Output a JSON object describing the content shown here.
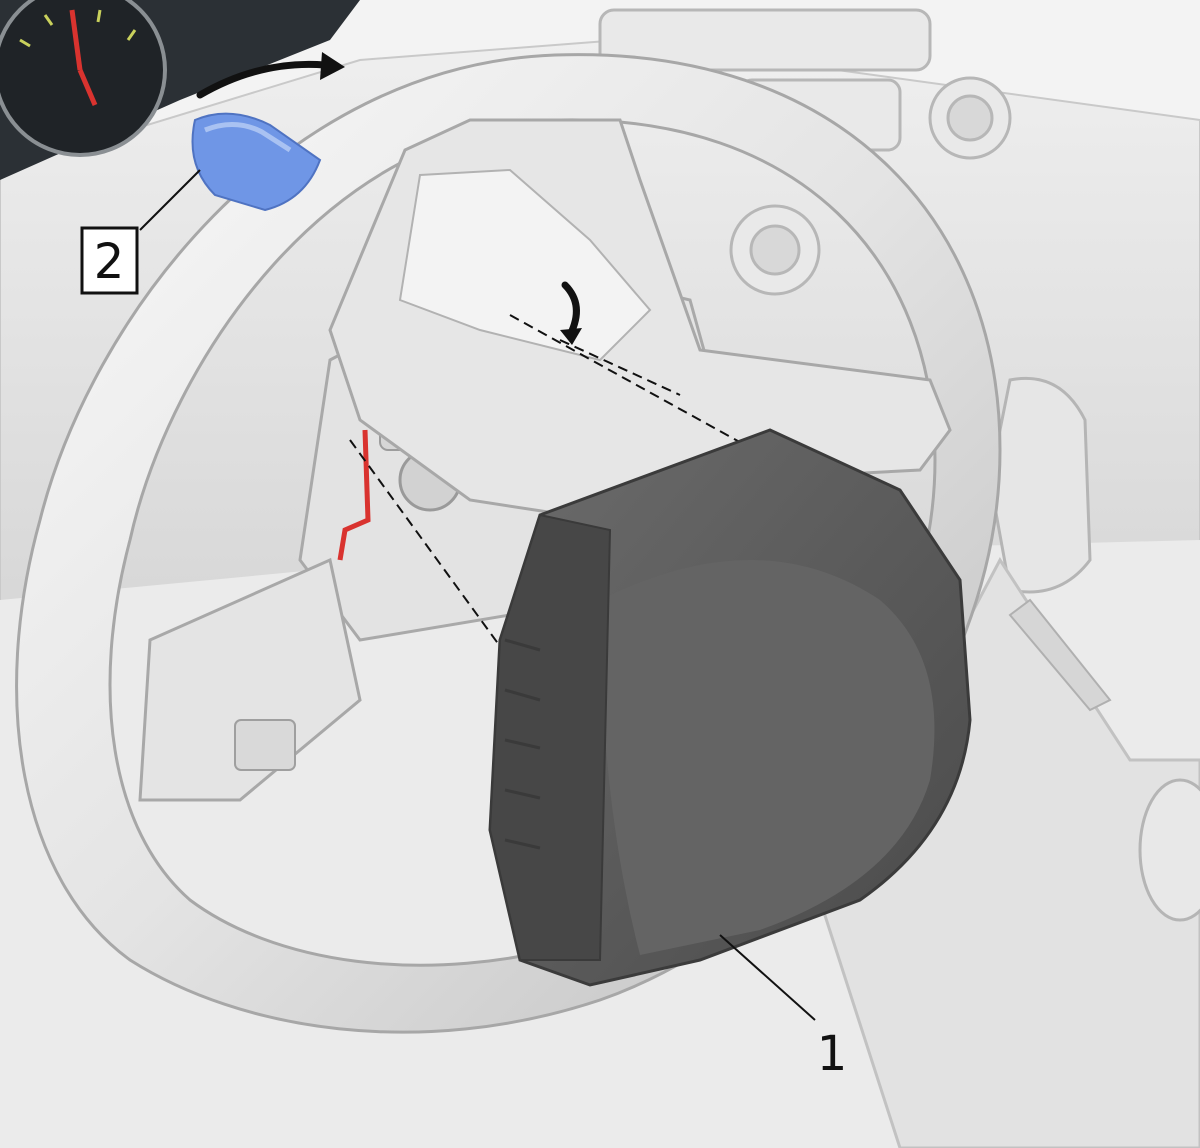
{
  "callouts": [
    {
      "id": "1",
      "label": "1",
      "boxed": false
    },
    {
      "id": "2",
      "label": "2",
      "boxed": true
    }
  ],
  "colors": {
    "background": "#f3f3f3",
    "dash": "#dcdcdc",
    "dash_dark": "#2b3035",
    "wheel_rim": "#e8e8e8",
    "wheel_shadow": "#b9b9b9",
    "airbag": "#5f5f5f",
    "airbag_dark": "#474747",
    "airbag_edge": "#3b3b3b",
    "release_tool": "#6f96e6",
    "connector_red": "#d9332f",
    "leader": "#111111"
  },
  "icons": [
    "steering-wheel-icon",
    "airbag-module-icon",
    "release-tool-icon",
    "rotation-arrow-icon",
    "gauge-cluster-icon"
  ]
}
